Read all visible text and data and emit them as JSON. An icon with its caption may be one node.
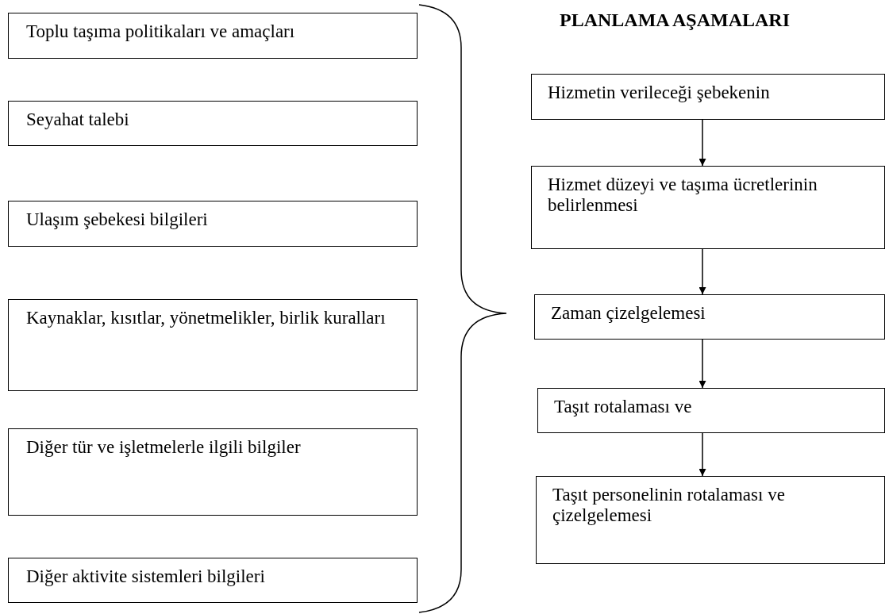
{
  "diagram": {
    "title": "PLANLAMA AŞAMALARI",
    "nodes": [
      {
        "text": [
          "Toplu taşıma politikaları ve amaçları"
        ]
      },
      {
        "text": [
          "Seyahat talebi"
        ]
      },
      {
        "text": [
          "Ulaşım şebekesi bilgileri"
        ]
      },
      {
        "text": [
          "Kaynaklar, kısıtlar, yönetmelikler, birlik kuralları"
        ]
      },
      {
        "text": [
          "Diğer tür ve işletmelerle ilgili bilgiler"
        ]
      },
      {
        "text": [
          "Diğer aktivite sistemleri bilgileri"
        ]
      },
      {
        "text": [
          "Hizmetin verileceği şebekenin"
        ]
      },
      {
        "text": [
          "Hizmet düzeyi ve taşıma ücretlerinin belirlenmesi"
        ]
      },
      {
        "text": [
          "Zaman çizelgelemesi"
        ]
      },
      {
        "text": [
          "Taşıt rotalaması ve"
        ]
      },
      {
        "text": [
          "Taşıt personelinin rotalaması ve çizelgelemesi"
        ]
      }
    ],
    "edges": [
      {
        "from": 6,
        "to": 7,
        "arrow": "to"
      },
      {
        "from": 7,
        "to": 8,
        "arrow": "to"
      },
      {
        "from": 8,
        "to": 9,
        "arrow": "to"
      },
      {
        "from": 9,
        "to": 10,
        "arrow": "to"
      }
    ]
  }
}
